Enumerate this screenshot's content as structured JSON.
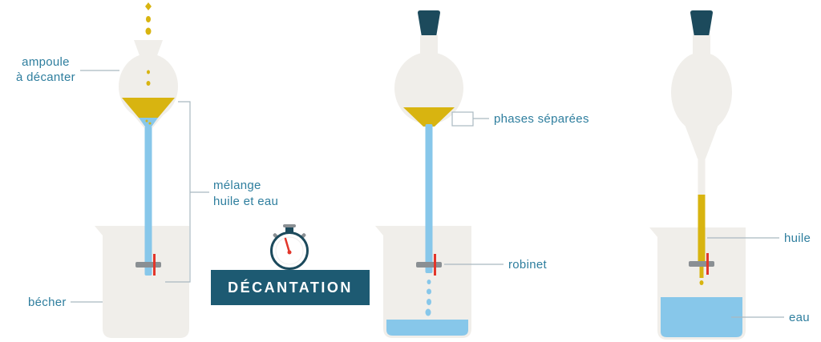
{
  "title": "DÉCANTATION",
  "left": {
    "ampoule_l1": "ampoule",
    "ampoule_l2": "à décanter",
    "melange_l1": "mélange",
    "melange_l2": "huile et eau",
    "becher": "bécher"
  },
  "middle": {
    "phases": "phases séparées",
    "robinet": "robinet"
  },
  "right": {
    "huile": "huile",
    "eau": "eau"
  },
  "colors": {
    "oil": "#d8b410",
    "water": "#87c7ea",
    "glass": "#f0eeea",
    "teal_text": "#2e7e9e",
    "teal_dark": "#1d5a72",
    "stopper": "#1c4a5c",
    "red": "#e2362b",
    "metal": "#8a8f93",
    "leader": "#a9b9c1"
  },
  "icons": {
    "stopwatch": "stopwatch-icon"
  }
}
